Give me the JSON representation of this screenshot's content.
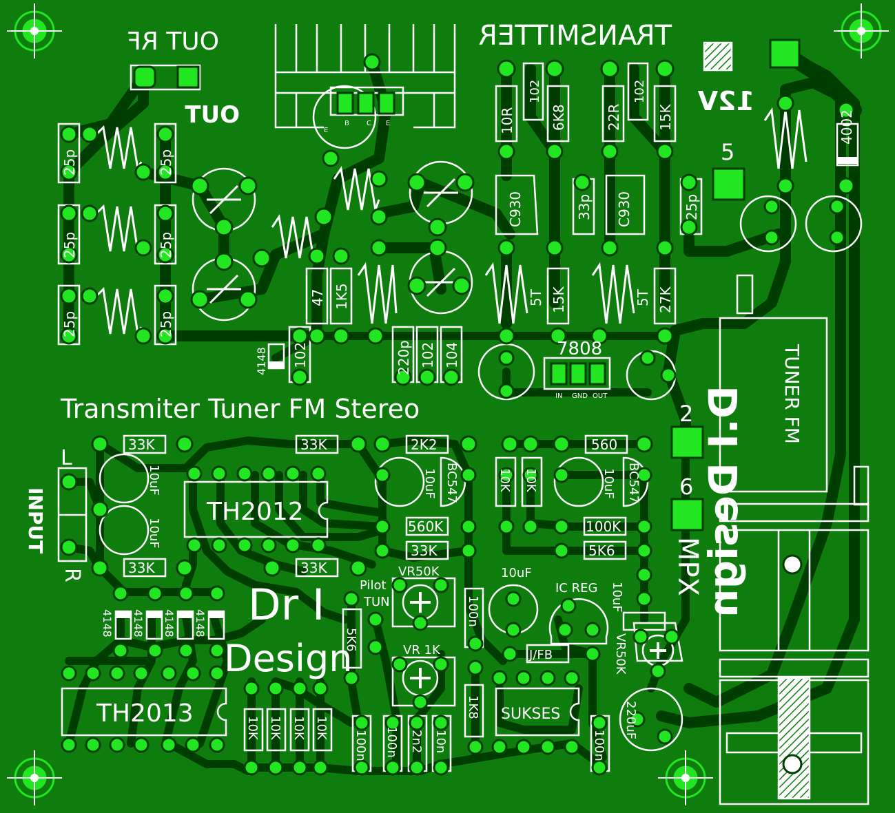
{
  "board": {
    "title": "Transmiter Tuner FM Stereo",
    "brand_line1": "Dr I",
    "brand_line2": "Design",
    "mirrored_brand": "D.I Design",
    "transmitter_label": "TRANSMITTER",
    "out_rf": "OUT RF",
    "out": "OUT",
    "supply": "12V",
    "tuner_fm": "TUNER FM",
    "mpx": "MPX",
    "input": "INPUT",
    "input_l": "L",
    "input_r": "R",
    "pin_5": "5",
    "pin_2": "2",
    "pin_6": "6"
  },
  "components": {
    "rf_caps": [
      "25p",
      "25p",
      "25p",
      "25p",
      "25p",
      "25p"
    ],
    "transistor_pins": [
      "E",
      "B",
      "C",
      "E"
    ],
    "r_47": "47",
    "r_1k5": "1K5",
    "d_4148_top": "4148",
    "c_102_a": "102",
    "c_220p": "220p",
    "c_102_b": "102",
    "c_104": "104",
    "r_10r": "10R",
    "c_102_c": "102",
    "r_6k8": "6K8",
    "r_22r": "22R",
    "c_102_d": "102",
    "r_15k_a": "15K",
    "c930_a": "C930",
    "c930_b": "C930",
    "c_33p": "33p",
    "c_25p_right": "25p",
    "coil_5t_a": "5T",
    "coil_5t_b": "5T",
    "r_15k_b": "15K",
    "r_27k": "27K",
    "d_4002": "4002",
    "reg_7808": "7808",
    "reg_pins": [
      "IN",
      "GND",
      "OUT"
    ],
    "r_33k_1": "33K",
    "r_33k_2": "33K",
    "r_2k2": "2K2",
    "r_560": "560",
    "cap_10uf_1": "10uF",
    "cap_10uf_2": "10uF",
    "cap_10uf_3": "10uF",
    "cap_10uf_4": "10uF",
    "cap_10uf_5": "10uF",
    "cap_10uf_6": "10uF",
    "ic_th2012": "TH2012",
    "ic_th2013": "TH2013",
    "bc547_a": "BC547",
    "bc547_b": "BC547",
    "r_10k_a": "10K",
    "r_10k_b": "10K",
    "r_560k": "560K",
    "r_33k_3": "33K",
    "r_100k": "100K",
    "r_5k6_h": "5K6",
    "r_33k_4": "33K",
    "r_33k_5": "33K",
    "vr50k_a": "VR50K",
    "pilot_line1": "Pilot",
    "pilot_line2": "TUN",
    "c_100n_a": "100n",
    "ic_reg": "IC REG",
    "vr50k_b": "VR50K",
    "diodes_4148": [
      "4148",
      "4148",
      "4148",
      "4148"
    ],
    "r_5k6_v": "5K6",
    "vr1k": "VR 1K",
    "jfb": "J/FB",
    "r_1k8": "1K8",
    "ic_sukses": "SUKSES",
    "r_10k_row": [
      "10K",
      "10K",
      "10K",
      "10K"
    ],
    "c_100n_b": "100n",
    "c_100n_c": "100n",
    "c_2n2": "2n2",
    "c_10n": "10n",
    "c_100n_d": "100n",
    "cap_220uf": "220uF"
  },
  "colors": {
    "board": "#0e7d0e",
    "track": "#003d00",
    "pad": "#22e622",
    "silk": "#ffffff"
  }
}
